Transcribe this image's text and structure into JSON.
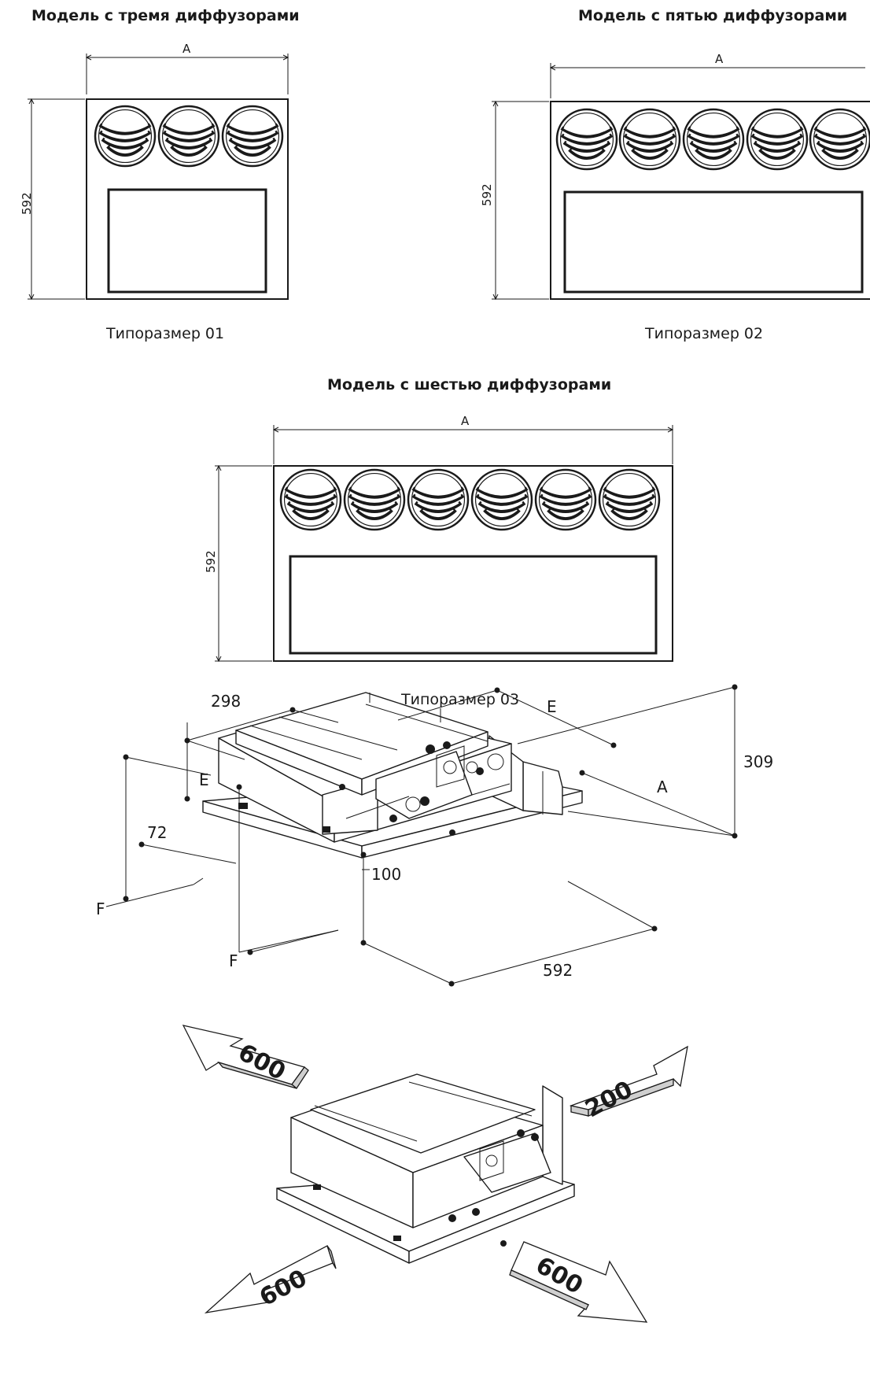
{
  "front_views": [
    {
      "heading": "Модель с тремя диффузорами",
      "caption": "Типоразмер 01",
      "width_label": "A",
      "height_label": "592"
    },
    {
      "heading": "Модель с пятью диффузорами",
      "caption": "Типоразмер 02",
      "width_label": "A",
      "height_label": "592"
    },
    {
      "heading": "Модель с шестью диффузорами",
      "caption": "Типоразмер 03",
      "width_label": "A",
      "height_label": "592"
    }
  ],
  "iso_dims": {
    "d298": "298",
    "e_top": "E",
    "e_left": "E",
    "d309": "309",
    "a": "A",
    "d72": "72",
    "f_left": "F",
    "d100": "100",
    "f_bottom": "F",
    "d592": "592"
  },
  "clearances": {
    "back_left": "600",
    "back_right": "200",
    "front_left": "600",
    "front_right": "600"
  }
}
